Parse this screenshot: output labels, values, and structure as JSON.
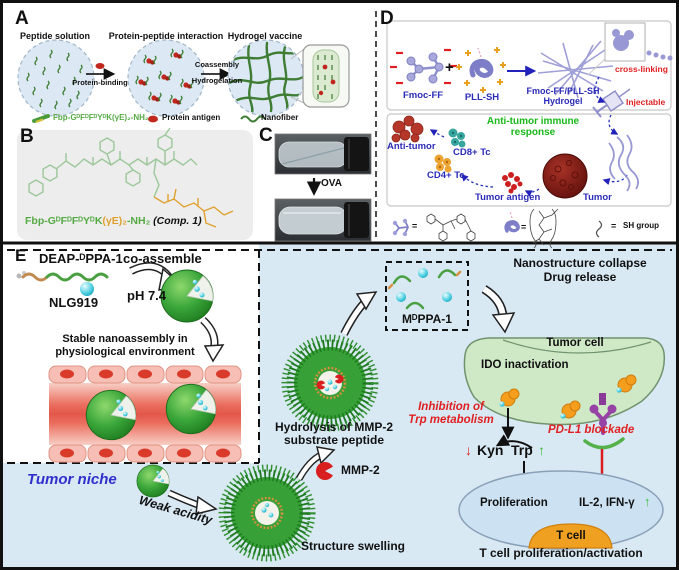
{
  "colors": {
    "figure_border": "#111111",
    "panel_e_bg": "#d9e9f4",
    "circle_fill": "#dce9f5",
    "nanofiber_green": "#3e7d33",
    "antigen_red": "#c0281e",
    "legend_green": "#55aa44",
    "compound_orange": "#e0a030",
    "d_text_blue": "#2b2bb8",
    "d_text_red": "#e02020",
    "immune_green": "#18b818",
    "sphere_green": "#2f9e2f",
    "tumor_dark_red": "#7d1412",
    "tumor_niche_blue": "#3030cc",
    "tumor_cell_green": "#cfe8c6",
    "tcell_blue": "#cce2f2",
    "enzyme_orange": "#f59d1c",
    "antibody_purple": "#9643a5",
    "mmp2_red": "#d81e1e",
    "up_green": "#3dbb3d"
  },
  "panel_a": {
    "label": "A",
    "step1_title": "Peptide solution",
    "step2_title": "Protein-peptide interaction",
    "step3_title": "Hydrogel vaccine",
    "arrow1_label": "Protein-binding",
    "arrow2_line1": "Coassembly",
    "arrow2_line2": "Hydrogelation",
    "legend": {
      "peptide": "Fbp-GᴰFᴰFᴰYᴰK(γE)₂-NH₂",
      "antigen": "Protein antigen",
      "nanofiber": "Nanofiber"
    }
  },
  "panel_b": {
    "label": "B",
    "compound_prefix": "Fbp-GᴰFᴰFᴰYᴰK",
    "compound_gamma": "(γE)₂",
    "compound_suffix": "-NH₂",
    "compound_name": " (Comp. 1)"
  },
  "panel_c": {
    "label": "C",
    "arrow_label": "OVA"
  },
  "panel_d": {
    "label": "D",
    "component1": "Fmoc-FF",
    "plus_sign": "+",
    "component2": "PLL-SH",
    "product_line1": "Fmoc-FF/PLL-SH",
    "product_line2": "Hydrogel",
    "crosslinking_label": "cross-linking",
    "injectable_label": "Injectable",
    "immune_line1": "Anti-tumor immune",
    "immune_line2": "response",
    "antitumor_label": "Anti-tumor",
    "cd8_label": "CD8+ Tc",
    "cd4_label": "CD4+ Tc",
    "tumor_antigen_label": "Tumor antigen",
    "tumor_label": "Tumor",
    "legend_eq1": "=",
    "legend_eq2": "=",
    "legend_eq3": "=",
    "sh_group_label": "SH group"
  },
  "panel_e": {
    "label": "E",
    "peptide_name": "DEAP-ᴰPPA-1",
    "drug_name": "NLG919",
    "coassemble_label": "co-assemble",
    "ph_label": "pH 7.4",
    "stable_line1": "Stable nanoassembly in",
    "stable_line2": "physiological environment",
    "tumor_niche_label": "Tumor niche",
    "weak_acidity_label": "Weak acidity",
    "hydrolysis_line1": "Hydrolysis of MMP-2",
    "hydrolysis_line2": "substrate peptide",
    "mmp2_label": "MMP-2",
    "swelling_label": "Structure swelling",
    "released_peptide": "MᴰPPA-1",
    "collapse_line1": "Nanostructure collapse",
    "collapse_line2": "Drug release",
    "tumor_cell_label": "Tumor cell",
    "ido_label": "IDO inactivation",
    "inhibition_line1": "Inhibition of",
    "inhibition_line2": "Trp metabolism",
    "kyn_down": "↓",
    "kyn_label": "Kyn",
    "trp_label": "Trp",
    "trp_up": "↑",
    "pdl1_label": "PD-L1 blockade",
    "proliferation_label": "Proliferation",
    "cytokines_label": "IL-2, IFN-γ",
    "cytokines_up": "↑",
    "tcell_label": "T cell",
    "caption": "T cell proliferation/activation"
  }
}
